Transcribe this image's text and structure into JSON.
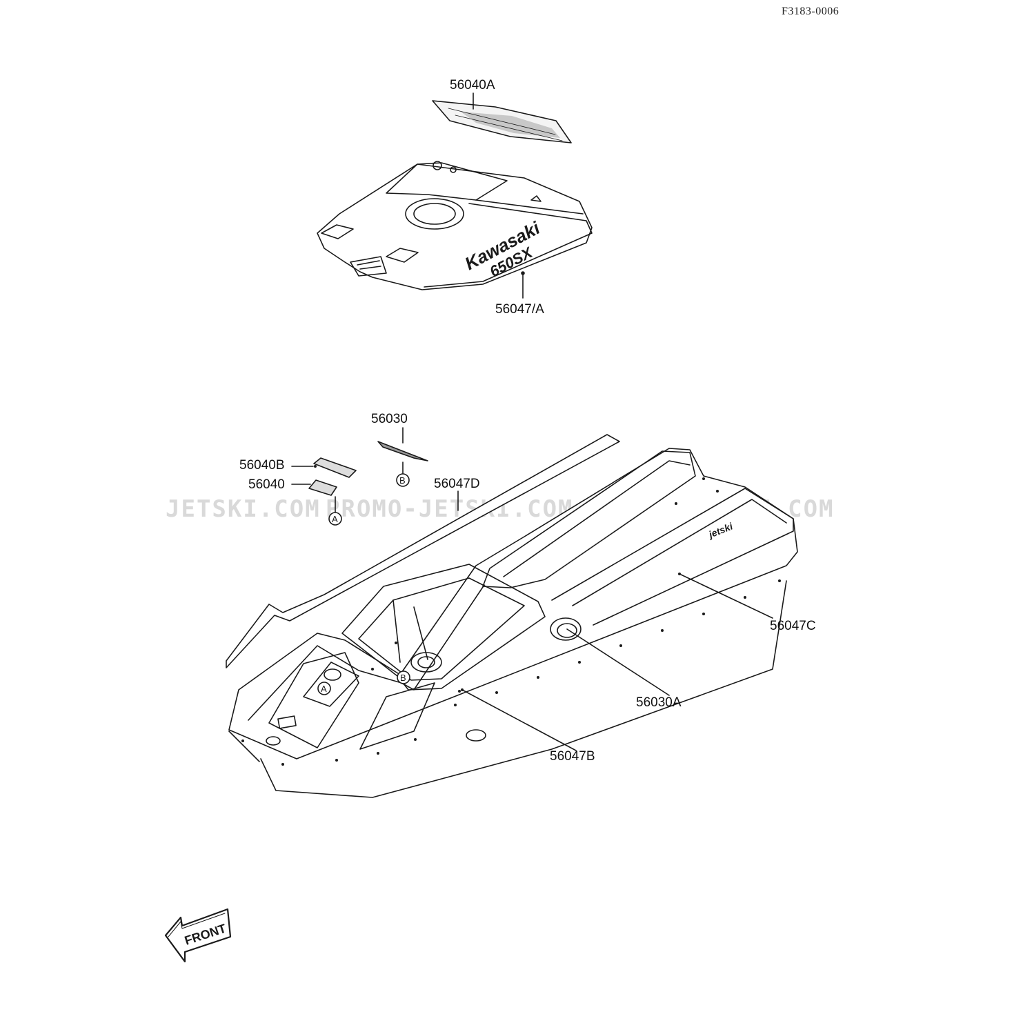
{
  "document_id": "F3183-0006",
  "callouts": {
    "top_cover_decal": "56040A",
    "cover_logo_decal": "56047/A",
    "small_decal": "56030",
    "pad_decal_b": "56040B",
    "pad_decal": "56040",
    "side_stripe": "56047D",
    "rail_decal": "56047C",
    "round_decal": "56030A",
    "deck_stripe": "56047B"
  },
  "ref_markers": {
    "a": "A",
    "b": "B"
  },
  "embossed_text": {
    "brand": "Kawasaki",
    "model": "650SX",
    "deck_logo": "jetski"
  },
  "front_arrow_text": "FRONT",
  "watermark": {
    "left": "JETSKI.COM",
    "middle": "PROMO-JETSKI.COM",
    "right": "PROMO-JETSKI.COM"
  },
  "colors": {
    "line": "#1a1a1a",
    "watermark": "#d9d9d9",
    "background": "#ffffff"
  }
}
